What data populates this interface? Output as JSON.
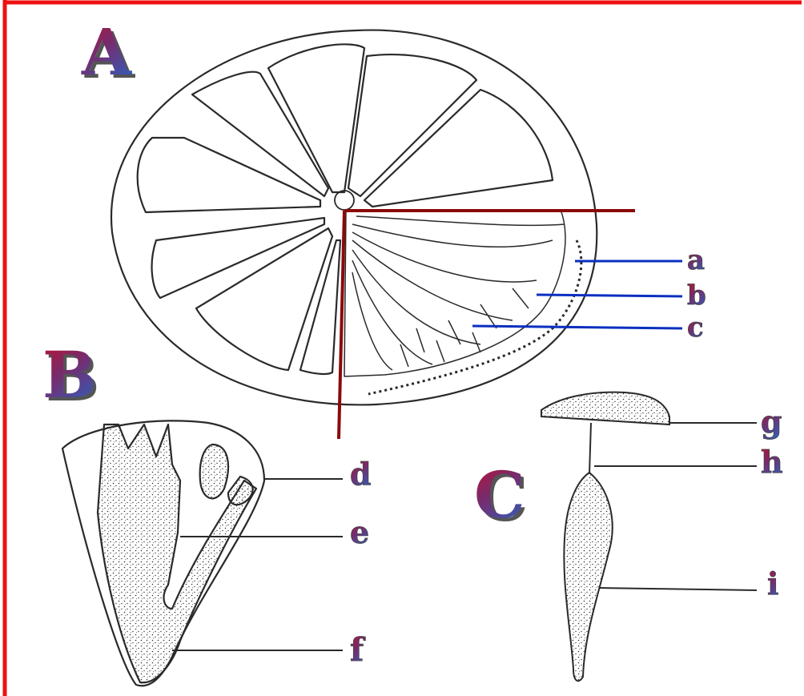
{
  "figure": {
    "frame_color": "#ee1111",
    "drawing_color": "#2a2a2a",
    "pointer_color_panel_a": "#0a2fc0",
    "zoom_bracket_color": "#8b0a0a",
    "letter_fill_top": "#c0102a",
    "letter_fill_bottom": "#3a56b0",
    "letter_shadow": "#555555"
  },
  "panels": {
    "A": {
      "label": "A",
      "name": "whole-fruit-cross-section"
    },
    "B": {
      "label": "B",
      "name": "single-segment-section"
    },
    "C": {
      "label": "C",
      "name": "single-juice-vesicle"
    }
  },
  "labels": {
    "a": "a",
    "b": "b",
    "c": "c",
    "d": "d",
    "e": "e",
    "f": "f",
    "g": "g",
    "h": "h",
    "i": "i"
  }
}
